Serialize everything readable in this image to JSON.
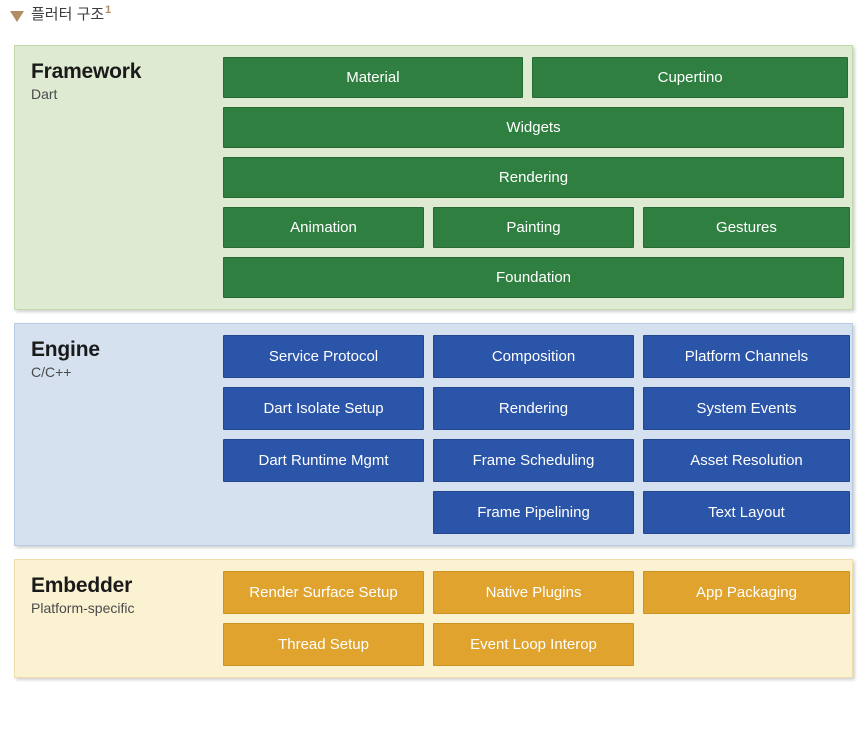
{
  "caption": {
    "toggle_icon": "triangle-down-icon",
    "text": "플러터 구조",
    "footnote": "1"
  },
  "colors": {
    "framework_panel_bg": "#dfead2",
    "framework_box": "#2f8040",
    "engine_panel_bg": "#d6e1ef",
    "engine_box": "#2b55a8",
    "embedder_panel_bg": "#fbf2d2",
    "embedder_box": "#e0a32e",
    "footnote_accent": "#b08d62"
  },
  "layers": [
    {
      "id": "framework",
      "title": "Framework",
      "subtitle": "Dart",
      "rows": [
        [
          {
            "label": "Material",
            "width": 49
          },
          {
            "label": "Cupertino",
            "width": 51
          }
        ],
        [
          {
            "label": "Widgets",
            "width": 100
          }
        ],
        [
          {
            "label": "Rendering",
            "width": 100
          }
        ],
        [
          {
            "label": "Animation",
            "width": 33.34
          },
          {
            "label": "Painting",
            "width": 33.33
          },
          {
            "label": "Gestures",
            "width": 33.33
          }
        ],
        [
          {
            "label": "Foundation",
            "width": 100
          }
        ]
      ]
    },
    {
      "id": "engine",
      "title": "Engine",
      "subtitle": "C/C++",
      "rows": [
        [
          {
            "label": "Service Protocol",
            "width": 33.34
          },
          {
            "label": "Composition",
            "width": 33.33
          },
          {
            "label": "Platform Channels",
            "width": 33.33
          }
        ],
        [
          {
            "label": "Dart Isolate Setup",
            "width": 33.34
          },
          {
            "label": "Rendering",
            "width": 33.33
          },
          {
            "label": "System Events",
            "width": 33.33
          }
        ],
        [
          {
            "label": "Dart Runtime Mgmt",
            "width": 33.34
          },
          {
            "label": "Frame Scheduling",
            "width": 33.33
          },
          {
            "label": "Asset Resolution",
            "width": 33.33
          }
        ],
        [
          {
            "label": "",
            "width": 33.34,
            "blank": true
          },
          {
            "label": "Frame Pipelining",
            "width": 33.33
          },
          {
            "label": "Text Layout",
            "width": 33.33
          }
        ]
      ]
    },
    {
      "id": "embedder",
      "title": "Embedder",
      "subtitle": "Platform-specific",
      "rows": [
        [
          {
            "label": "Render Surface Setup",
            "width": 33.34
          },
          {
            "label": "Native Plugins",
            "width": 33.33
          },
          {
            "label": "App Packaging",
            "width": 33.33
          }
        ],
        [
          {
            "label": "Thread Setup",
            "width": 33.34
          },
          {
            "label": "Event Loop Interop",
            "width": 33.33
          },
          {
            "label": "",
            "width": 33.33,
            "blank": true
          }
        ]
      ]
    }
  ]
}
